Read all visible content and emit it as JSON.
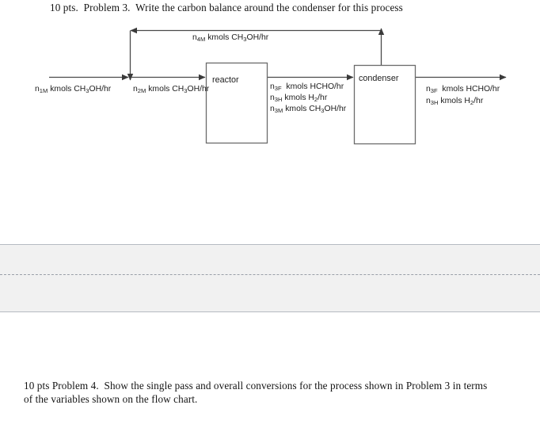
{
  "page": {
    "background": "#ffffff",
    "ink": "#1a1a1a"
  },
  "problems": {
    "problem3": "10 pts.  Problem 3.  Write the carbon balance around the condenser for this process",
    "problem4": "10 pts Problem 4.  Show the single pass and overall conversions for the process shown in Problem 3 in terms of the variables shown on the flow chart."
  },
  "diagram": {
    "type": "process-flow-diagram",
    "line_color": "#4a4a4a",
    "box_border_color": "#6b6b6b",
    "box_fill": "#ffffff",
    "units": [
      {
        "id": "reactor",
        "label": "reactor"
      },
      {
        "id": "condenser",
        "label": "condenser"
      }
    ],
    "streams": {
      "fresh_feed": {
        "id": "n1M",
        "symbol": "n",
        "subscript": "1M",
        "text": "kmols CH",
        "text2": "OH/hr",
        "full": "n1M kmols CH3OH/hr"
      },
      "combined_feed": {
        "id": "n2M",
        "symbol": "n",
        "subscript": "2M",
        "full": "n2M kmols CH3OH/hr"
      },
      "recycle": {
        "id": "n4M",
        "symbol": "n",
        "subscript": "4M",
        "full": "n4M kmols CH3OH/hr"
      },
      "reactor_effluent": [
        {
          "symbol": "n",
          "subscript": "3F",
          "full": "n3F  kmols HCHO/hr"
        },
        {
          "symbol": "n",
          "subscript": "3H",
          "full": "n3H kmols H2/hr"
        },
        {
          "symbol": "n",
          "subscript": "3M",
          "full": "n3M kmols CH3OH/hr"
        }
      ],
      "product": [
        {
          "symbol": "n",
          "subscript": "3F",
          "full": "n3F  kmols HCHO/hr"
        },
        {
          "symbol": "n",
          "subscript": "3H",
          "full": "n3H kmols H2/hr"
        }
      ]
    }
  },
  "answer_band": {
    "fill": "#f1f1f1",
    "border": "#b6bbc2",
    "divider_style": "dashed"
  }
}
